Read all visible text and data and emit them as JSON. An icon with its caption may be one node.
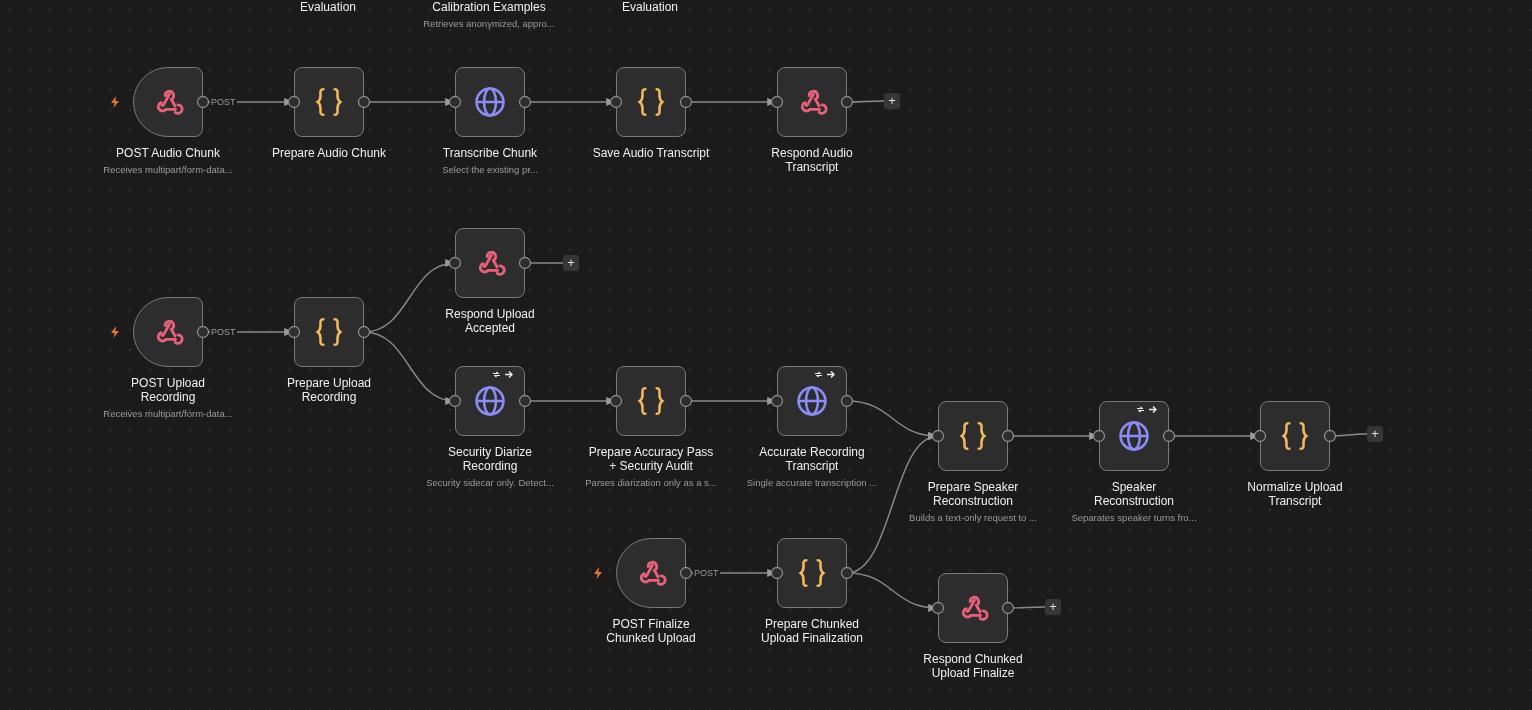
{
  "diagram": {
    "nodes": [
      {
        "text": [
          "POST Audio Chunk",
          "Receives multipart/form-data..."
        ]
      },
      {
        "text": [
          "Prepare Audio Chunk"
        ]
      },
      {
        "text": [
          "Transcribe Chunk",
          "Select the existing pr..."
        ]
      },
      {
        "text": [
          "Save Audio Transcript"
        ]
      },
      {
        "text": [
          "Respond Audio Transcript"
        ]
      },
      {
        "text": [
          "POST Upload Recording",
          "Receives multipart/form-data..."
        ]
      },
      {
        "text": [
          "Prepare Upload Recording"
        ]
      },
      {
        "text": [
          "Respond Upload Accepted"
        ]
      },
      {
        "text": [
          "Security Diarize Recording",
          "Security sidecar only. Detect..."
        ]
      },
      {
        "text": [
          "Prepare Accuracy Pass + Security Audit",
          "Parses diarization only as a s..."
        ]
      },
      {
        "text": [
          "Accurate Recording Transcript",
          "Single accurate transcription ..."
        ]
      },
      {
        "text": [
          "Prepare Speaker Reconstruction",
          "Builds a text-only request to ..."
        ]
      },
      {
        "text": [
          "Speaker Reconstruction",
          "Separates speaker turns fro..."
        ]
      },
      {
        "text": [
          "Normalize Upload Transcript"
        ]
      },
      {
        "text": [
          "POST Finalize Chunked Upload"
        ]
      },
      {
        "text": [
          "Prepare Chunked Upload Finalization"
        ]
      },
      {
        "text": [
          "Respond Chunked Upload Finalize"
        ]
      },
      {
        "text": [
          "+"
        ]
      },
      {
        "text": [
          "+"
        ]
      },
      {
        "text": [
          "+"
        ]
      },
      {
        "text": [
          "+"
        ]
      }
    ],
    "edges": [
      {
        "from": 0,
        "to": 1,
        "arrow": "to",
        "label": "POST"
      },
      {
        "from": 1,
        "to": 2,
        "arrow": "to"
      },
      {
        "from": 2,
        "to": 3,
        "arrow": "to"
      },
      {
        "from": 3,
        "to": 4,
        "arrow": "to"
      },
      {
        "from": 4,
        "to": 17,
        "arrow": "other"
      },
      {
        "from": 5,
        "to": 6,
        "arrow": "to",
        "label": "POST"
      },
      {
        "from": 6,
        "to": 7,
        "arrow": "to"
      },
      {
        "from": 6,
        "to": 8,
        "arrow": "to"
      },
      {
        "from": 7,
        "to": 18,
        "arrow": "other"
      },
      {
        "from": 8,
        "to": 9,
        "arrow": "to"
      },
      {
        "from": 9,
        "to": 10,
        "arrow": "to"
      },
      {
        "from": 10,
        "to": 11,
        "arrow": "to"
      },
      {
        "from": 11,
        "to": 12,
        "arrow": "to"
      },
      {
        "from": 12,
        "to": 13,
        "arrow": "to"
      },
      {
        "from": 13,
        "to": 19,
        "arrow": "other"
      },
      {
        "from": 14,
        "to": 15,
        "arrow": "to",
        "label": "POST"
      },
      {
        "from": 15,
        "to": 11,
        "arrow": "to"
      },
      {
        "from": 15,
        "to": 16,
        "arrow": "to"
      },
      {
        "from": 16,
        "to": 20,
        "arrow": "other"
      }
    ],
    "labels": [
      "Evaluation",
      "Calibration Examples",
      "Retrieves anonymized, appro...",
      "Evaluation"
    ]
  }
}
